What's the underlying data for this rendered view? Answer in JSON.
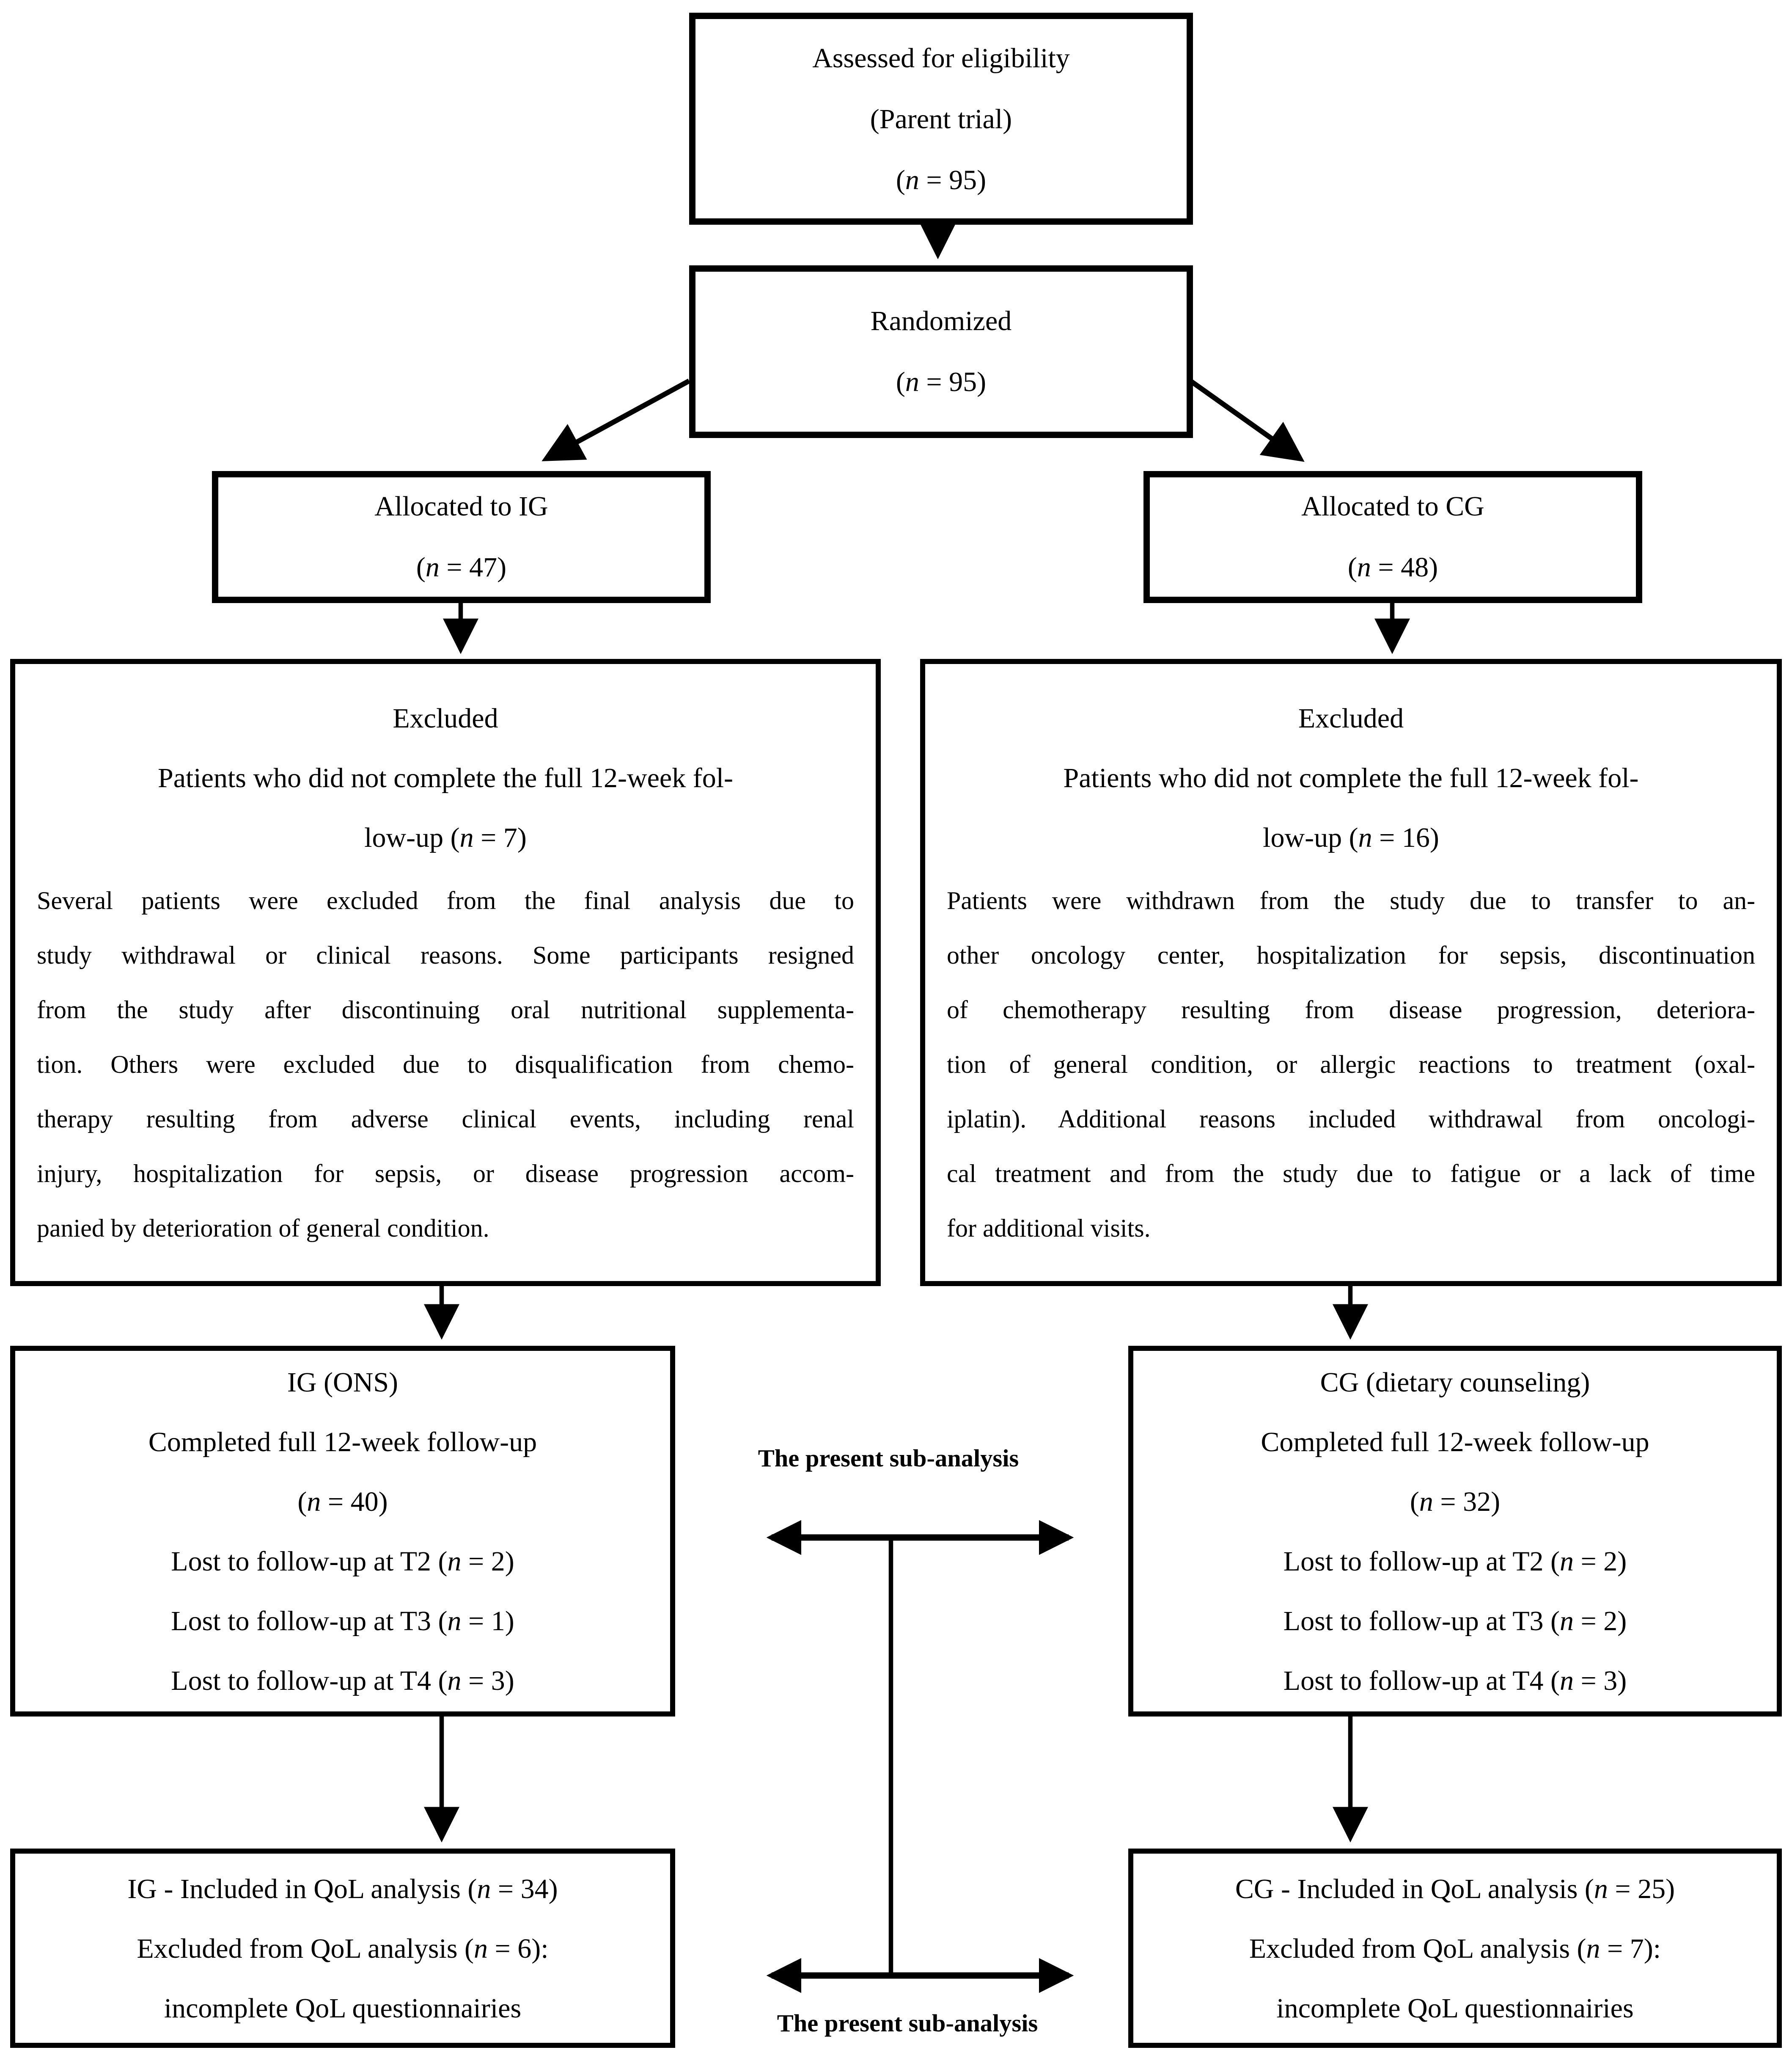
{
  "diagram": {
    "colors": {
      "ink": "#000000",
      "background": "#ffffff"
    },
    "boxes": {
      "assessed": {
        "lines": [
          "Assessed for eligibility",
          "(Parent trial)",
          "(n = 95)"
        ]
      },
      "randomized": {
        "lines": [
          "Randomized",
          "(n = 95)"
        ]
      },
      "allocated_ig": {
        "lines": [
          "Allocated to IG",
          "(n = 47)"
        ]
      },
      "allocated_cg": {
        "lines": [
          "Allocated to CG",
          "(n = 48)"
        ]
      },
      "excluded_ig": {
        "title_lines": [
          "Excluded",
          "Patients who did not complete the full 12-week fol-",
          "low-up (n = 7)"
        ],
        "body_lines": [
          "Several patients were excluded from the final analysis due to",
          "study withdrawal or clinical reasons. Some participants resigned",
          "from the study after discontinuing oral nutritional supplementa-",
          "tion. Others were excluded due to disqualification from chemo-",
          "therapy resulting from adverse clinical events, including renal",
          "injury, hospitalization for sepsis, or disease progression accom-",
          "panied by deterioration of general condition."
        ]
      },
      "excluded_cg": {
        "title_lines": [
          "Excluded",
          "Patients who did not complete the full 12-week fol-",
          "low-up (n = 16)"
        ],
        "body_lines": [
          "Patients were withdrawn from the study due to transfer to an-",
          "other oncology center, hospitalization for sepsis, discontinuation",
          "of chemotherapy resulting from disease progression, deteriora-",
          "tion of general condition, or allergic reactions to treatment (oxal-",
          "iplatin). Additional reasons included withdrawal from oncologi-",
          "cal treatment and from the study due to fatigue or a lack of time",
          "for additional visits."
        ]
      },
      "followup_ig": {
        "lines": [
          "IG (ONS)",
          "Completed full 12-week follow-up",
          "(n = 40)",
          "Lost to follow-up at T2 (n = 2)",
          "Lost to follow-up at T3 (n = 1)",
          "Lost to follow-up at T4 (n = 3)"
        ]
      },
      "followup_cg": {
        "lines": [
          "CG (dietary counseling)",
          "Completed full 12-week follow-up",
          "(n = 32)",
          "Lost to follow-up at T2 (n = 2)",
          "Lost to follow-up at T3 (n = 2)",
          "Lost to follow-up at T4 (n = 3)"
        ]
      },
      "qol_ig": {
        "lines": [
          "IG - Included in QoL analysis (n = 34)",
          "Excluded from QoL analysis (n = 6):",
          "incomplete QoL questionnairies"
        ]
      },
      "qol_cg": {
        "lines": [
          "CG - Included in QoL analysis (n = 25)",
          "Excluded from QoL analysis (n = 7):",
          "incomplete QoL questionnairies"
        ]
      }
    },
    "labels": {
      "subanalysis_top": "The present sub-analysis",
      "subanalysis_bottom": "The present sub-analysis"
    }
  }
}
